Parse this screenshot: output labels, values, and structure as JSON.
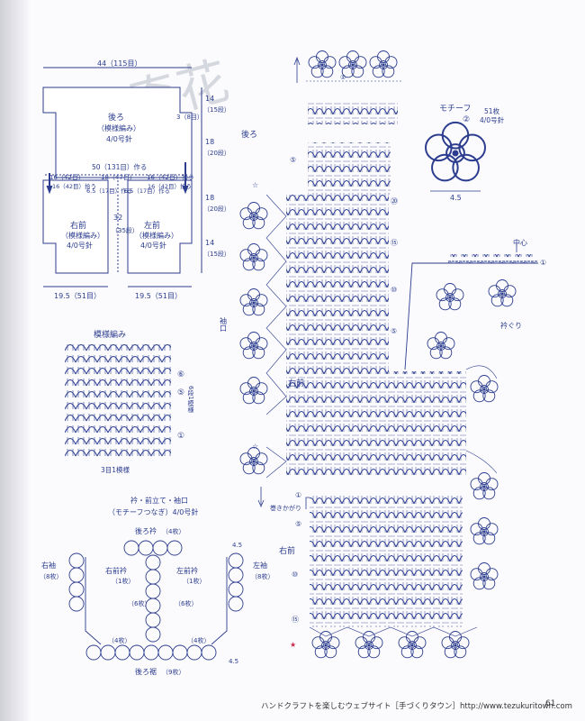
{
  "watermark": "文奇花",
  "colors": {
    "ink": "#2c3d8f",
    "accent": "#c92b4a",
    "background": "#fbfbfd"
  },
  "schematic": {
    "width_top": "44（115目）",
    "back_label": "後ろ",
    "back_pattern": "（模様編み）",
    "back_needle": "4/0号針",
    "side_14": "14",
    "side_15dan": "（15段）",
    "side_3": "3（8目）",
    "cast_on": "50（131目）作る",
    "shoulder_left": "16（42目）",
    "shoulder_right": "16（42目）拾う",
    "center_18": "18（47目）",
    "row_18": "18",
    "row_20dan": "（20段）",
    "pick_left": "16（42目）拾う",
    "pick_65a": "6.5（17目）作る",
    "pick_65b": "6.5（17目）作る",
    "pick_right": "16（42目）拾う",
    "right_front": "右前",
    "left_front": "左前",
    "front_pattern": "（模様編み）",
    "front_needle": "4/0号針",
    "center_32": "32",
    "center_35dan": "（35段）",
    "bottom_left": "19.5（51目）",
    "bottom_right": "19.5（51目）"
  },
  "pattern_chart": {
    "title": "模様編み",
    "row_6": "⑥",
    "row_5": "⑤",
    "row_1": "①",
    "repeat_rows": "6段1模様",
    "repeat_stitches": "3目1模様"
  },
  "assembly": {
    "title1": "衿・前立て・袖口",
    "title2": "（モチーフつなぎ）4/0号針",
    "back_collar": "後ろ衿",
    "back_collar_count": "（4枚）",
    "right_sleeve": "右袖",
    "right_sleeve_count": "（8枚）",
    "left_sleeve": "左袖",
    "left_sleeve_count": "（8枚）",
    "right_front_collar": "右前衿",
    "right_front_collar_count": "（1枚）",
    "left_front_collar": "左前衿",
    "left_front_collar_count": "（1枚）",
    "six_left": "（6枚）",
    "six_right": "（6枚）",
    "four_left": "（4枚）",
    "four_right": "（4枚）",
    "back_hem": "後ろ裾",
    "back_hem_count": "（9枚）",
    "dim_45a": "4.5",
    "dim_45b": "4.5"
  },
  "motif": {
    "title": "モチーフ",
    "num": "②",
    "count": "51枚",
    "needle": "4/0号針",
    "width": "4.5"
  },
  "main_chart": {
    "back": "後ろ",
    "row5": "⑤",
    "row20": "⑳",
    "row15": "⑮",
    "row10": "⑩",
    "row5b": "⑤",
    "row1": "①",
    "sleeve": "袖口",
    "right_front": "右前",
    "center": "中心",
    "collar": "衿ぐり",
    "start": "巻きかがり",
    "front_row1": "①",
    "front_row5": "⑤",
    "front_row10": "⑩",
    "front_row15": "⑮",
    "motif_row1": "①"
  },
  "footer": {
    "text": "ハンドクラフトを楽しむウェブサイト［手づくりタウン］http://www.tezukuritown.com",
    "page": "61"
  }
}
